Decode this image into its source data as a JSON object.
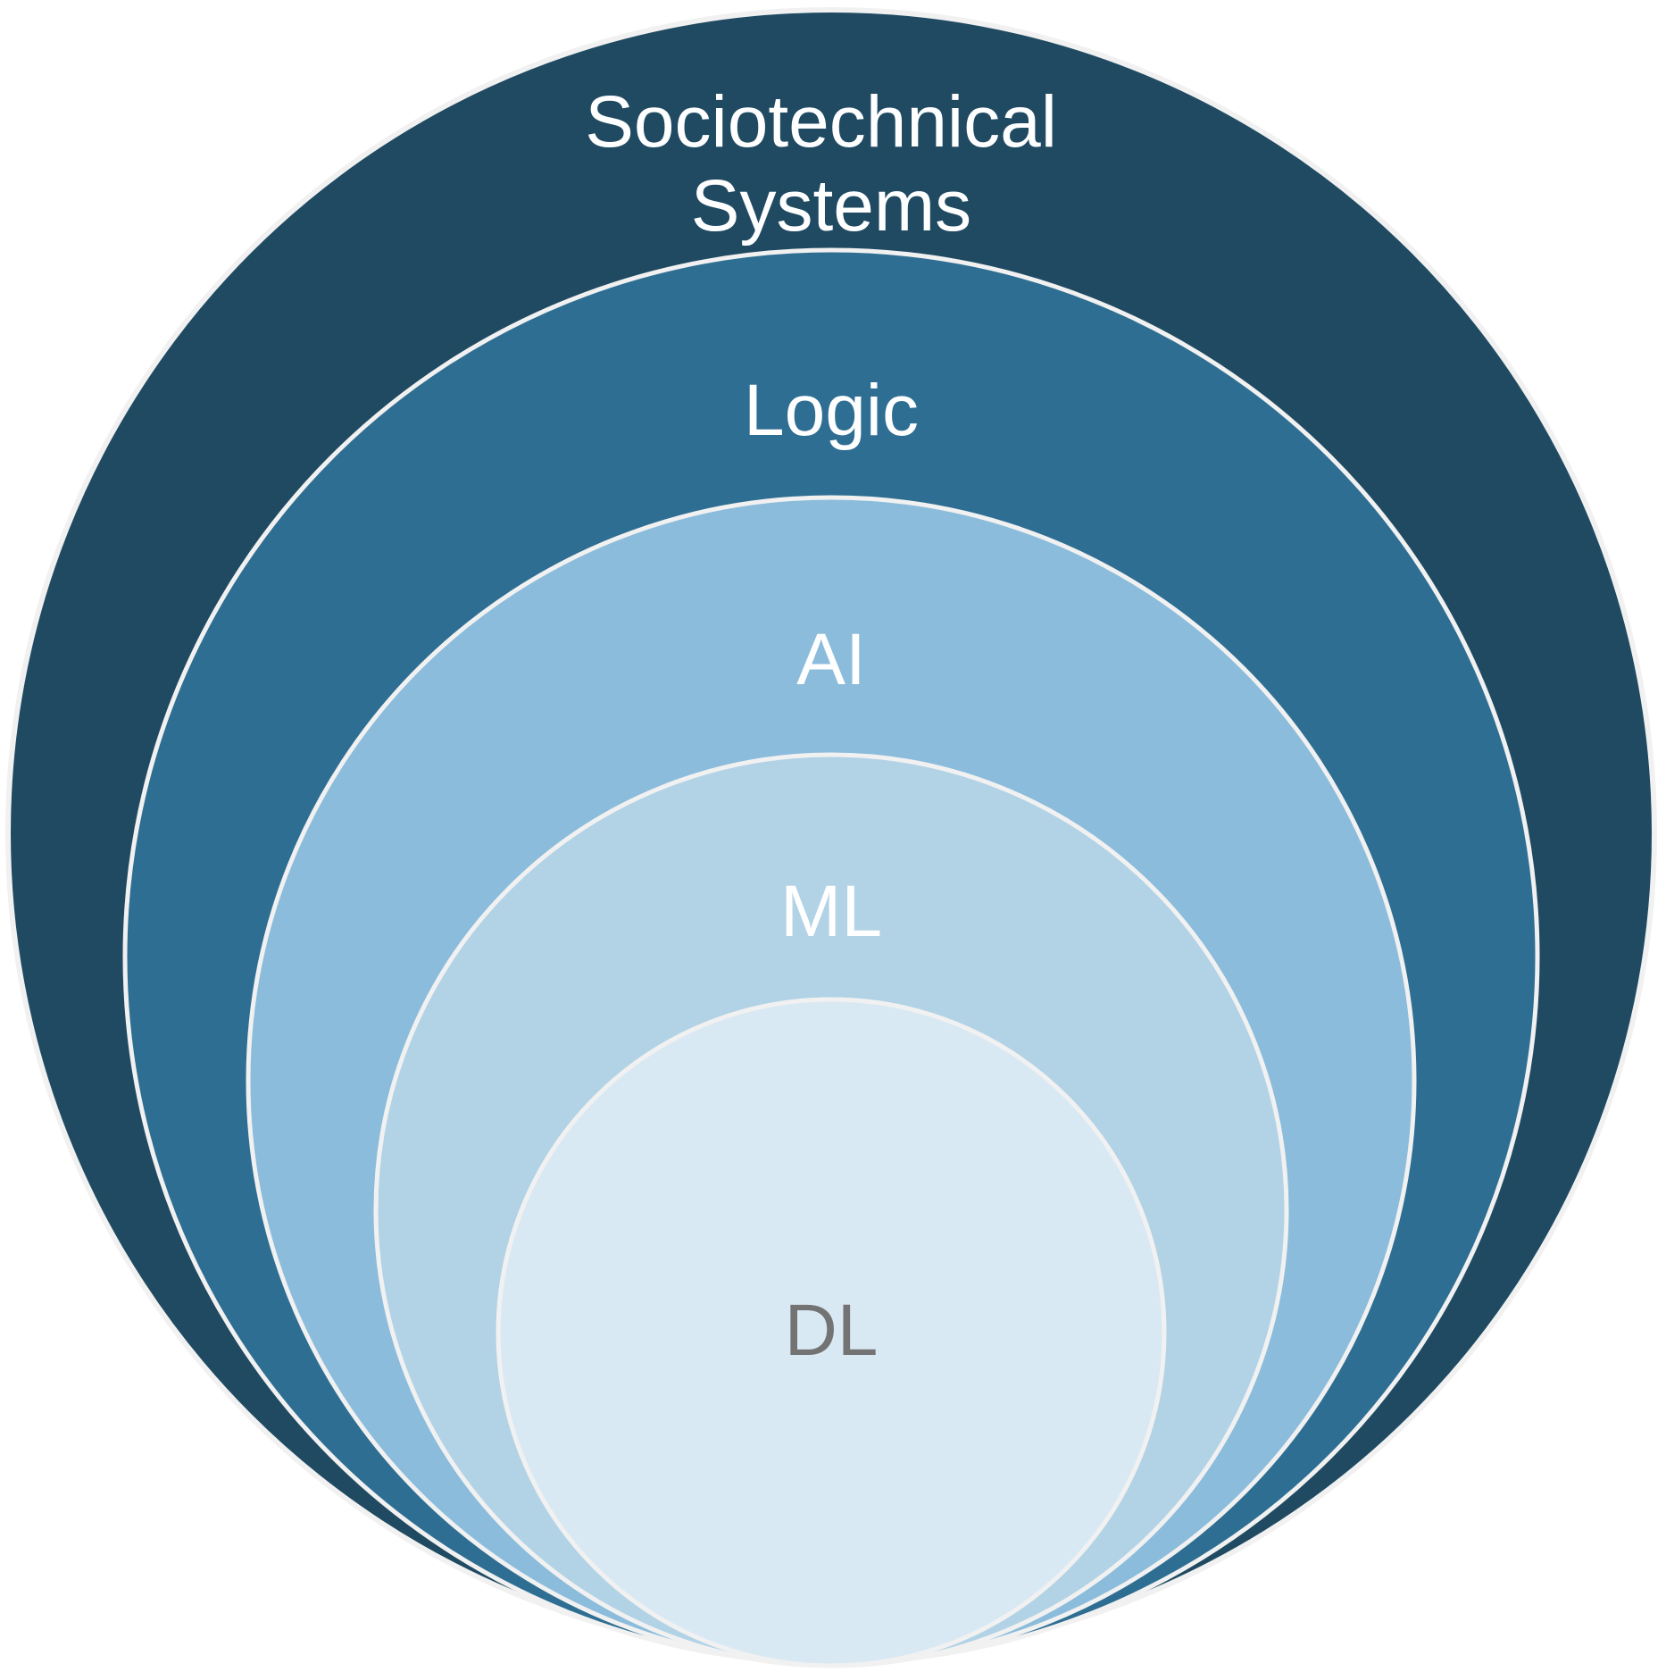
{
  "diagram": {
    "layers": [
      {
        "label_lines": [
          "Sociotechnical",
          "Systems"
        ],
        "fill": "#1f4a62",
        "text_color": "#ffffff"
      },
      {
        "label_lines": [
          "Logic"
        ],
        "fill": "#2e6e93",
        "text_color": "#ffffff"
      },
      {
        "label_lines": [
          "AI"
        ],
        "fill": "#8bbcdc",
        "text_color": "#ffffff"
      },
      {
        "label_lines": [
          "ML"
        ],
        "fill": "#b2d3e6",
        "text_color": "#ffffff"
      },
      {
        "label_lines": [
          "DL"
        ],
        "fill": "#d9e9f4",
        "text_color": "#737373"
      }
    ],
    "outline_color": "#f1f1f1"
  }
}
